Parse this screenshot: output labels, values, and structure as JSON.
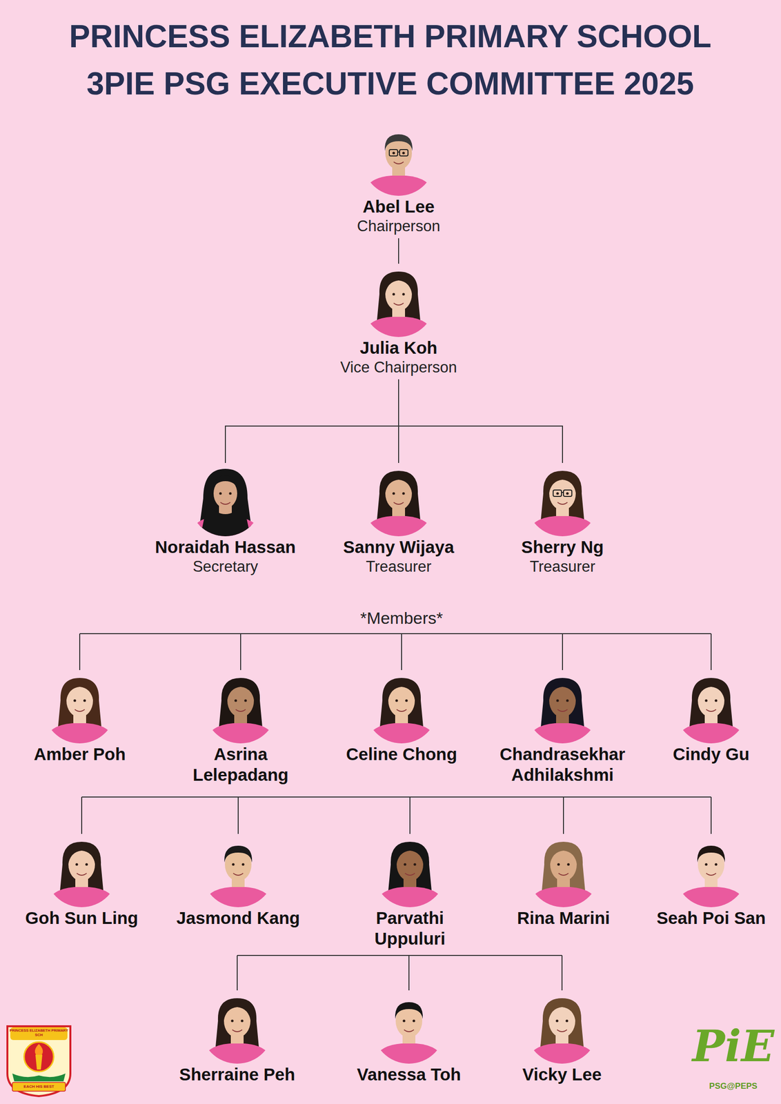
{
  "diagram": {
    "title": "PRINCESS ELIZABETH PRIMARY SCHOOL 3PIE PSG EXECUTIVE COMMITTEE 2025",
    "nodes": [
      {
        "text": [
          "Abel Lee",
          "Chairperson"
        ]
      },
      {
        "text": [
          "Julia Koh",
          "Vice Chairperson"
        ]
      },
      {
        "text": [
          "Noraidah Hassan",
          "Secretary"
        ]
      },
      {
        "text": [
          "Sanny Wijaya",
          "Treasurer"
        ]
      },
      {
        "text": [
          "Sherry Ng",
          "Treasurer"
        ]
      },
      {
        "text": [
          "Amber Poh"
        ]
      },
      {
        "text": [
          "Asrina Lelepadang"
        ]
      },
      {
        "text": [
          "Celine Chong"
        ]
      },
      {
        "text": [
          "Chandrasekhar Adhilakshmi"
        ]
      },
      {
        "text": [
          "Cindy Gu"
        ]
      },
      {
        "text": [
          "Goh Sun Ling"
        ]
      },
      {
        "text": [
          "Jasmond Kang"
        ]
      },
      {
        "text": [
          "Parvathi Uppuluri"
        ]
      },
      {
        "text": [
          "Rina Marini"
        ]
      },
      {
        "text": [
          "Seah Poi San"
        ]
      },
      {
        "text": [
          "Sherraine Peh"
        ]
      },
      {
        "text": [
          "Vanessa Toh"
        ]
      },
      {
        "text": [
          "Vicky Lee"
        ]
      }
    ],
    "edges": [
      {
        "from": 0,
        "to": 1,
        "arrow": "none"
      },
      {
        "from": 1,
        "to": 2,
        "arrow": "none"
      },
      {
        "from": 1,
        "to": 3,
        "arrow": "none"
      },
      {
        "from": 1,
        "to": 4,
        "arrow": "none"
      }
    ],
    "labels": [
      "*Members*",
      "PRINCESS ELIZABETH PRIMARY SCH",
      "EACH HIS BEST",
      "PiE",
      "PSG@PEPS"
    ]
  }
}
